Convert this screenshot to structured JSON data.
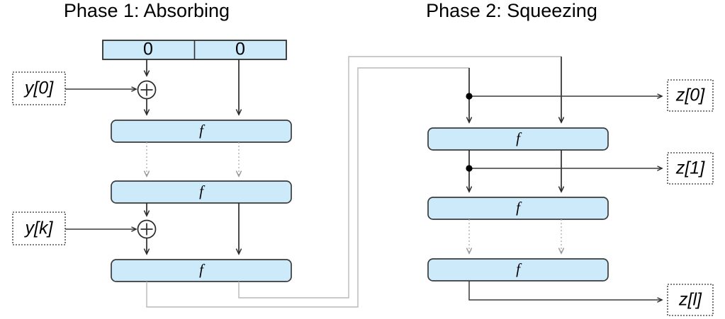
{
  "figure": {
    "type": "sponge-construction-diagram",
    "background_color": "#ffffff",
    "block_fill_color": "#cdeafb",
    "block_stroke_color": "#3a3a3a",
    "wire_color": "#2b2b2b",
    "feedback_wire_color": "#b8b8b8"
  },
  "phases": {
    "absorbing": {
      "title": "Phase 1: Absorbing",
      "state": {
        "rate_cell": "0",
        "capacity_cell": "0"
      },
      "inputs": [
        {
          "label": "y[0]"
        },
        {
          "label": "y[k]"
        }
      ],
      "permutations": [
        {
          "label": "f"
        },
        {
          "label": "f"
        },
        {
          "label": "f"
        }
      ],
      "xor_symbol": "+"
    },
    "squeezing": {
      "title": "Phase 2: Squeezing",
      "permutations": [
        {
          "label": "f"
        },
        {
          "label": "f"
        },
        {
          "label": "f"
        }
      ],
      "outputs": [
        {
          "label": "z[0]"
        },
        {
          "label": "z[1]"
        },
        {
          "label": "z[l]"
        }
      ]
    }
  }
}
